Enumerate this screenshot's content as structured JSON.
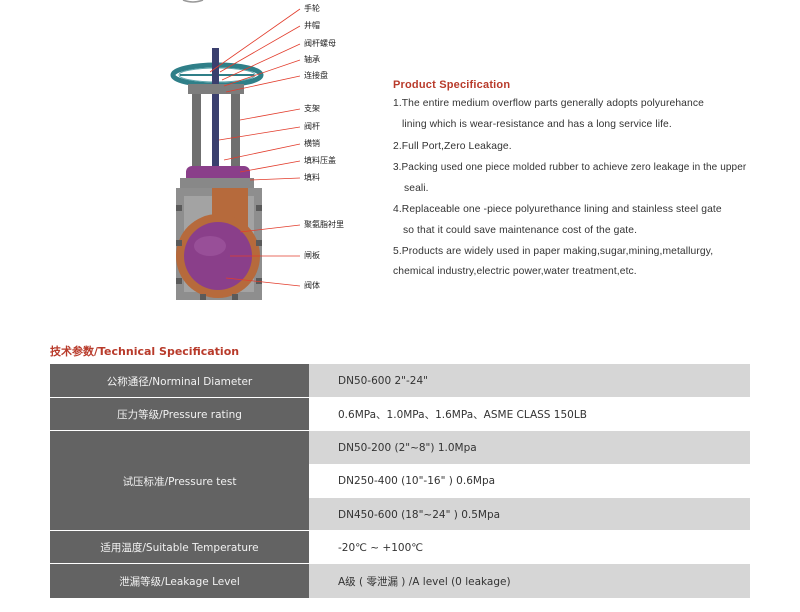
{
  "part_labels": [
    "手轮",
    "井帽",
    "阀杆螺母",
    "轴承",
    "连接盘",
    "支架",
    "阀杆",
    "横销",
    "填料压盖",
    "填料",
    "聚氨脂衬里",
    "闸板",
    "阀体"
  ],
  "product_spec": {
    "title": "Product Specification",
    "lines": [
      "1.The entire medium overflow parts generally adopts polyurehance",
      "lining which is wear-resistance and has a long service life.",
      "2.Full Port,Zero Leakage.",
      "3.Packing used one piece molded rubber to achieve zero leakage in the upper",
      "seali.",
      "4.Replaceable one -piece polyurethance lining and stainless steel gate",
      "so that it could save maintenance cost of the gate.",
      "5.Products are widely used in paper making,sugar,mining,metallurgy,",
      "chemical industry,electric power,water treatment,etc."
    ]
  },
  "technical_spec": {
    "heading": "技术参数/Technical Specification",
    "rows": [
      {
        "label": "公称通径/Norminal Diameter",
        "value": "DN50-600   2\"-24\""
      },
      {
        "label": "压力等级/Pressure rating",
        "value": "0.6MPa、1.0MPa、1.6MPa、ASME CLASS 150LB"
      },
      {
        "label": "试压标准/Pressure test",
        "values": [
          "DN50-200  (2\"~8\")  1.0Mpa",
          "DN250-400   (10\"-16\" ) 0.6Mpa",
          "DN450-600    (18\"~24\" ) 0.5Mpa"
        ]
      },
      {
        "label": "适用温度/Suitable Temperature",
        "value": "-20℃ ~ +100℃"
      },
      {
        "label": "泄漏等级/Leakage Level",
        "value": "A级 ( 零泄漏 ) /A level (0 leakage)"
      }
    ]
  },
  "colors": {
    "accent": "#b83a2a",
    "table_dark": "#636363",
    "table_light": "#d6d6d6",
    "valve_purple": "#8a3f8a",
    "valve_copper": "#b66a3c",
    "valve_teal": "#2f7f88"
  }
}
